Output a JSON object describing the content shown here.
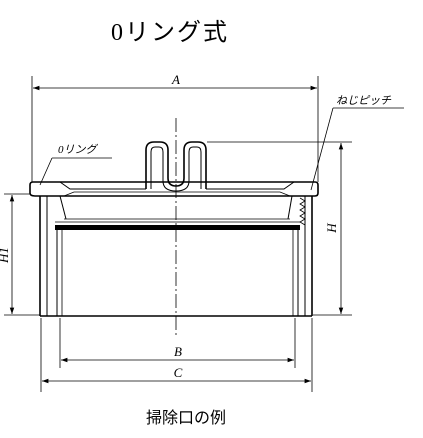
{
  "title": "0リング式",
  "callouts": {
    "o_ring": "0リング",
    "thread_pitch": "ねじピッチ"
  },
  "dimensions": {
    "a": "A",
    "b": "B",
    "c": "C",
    "h": "H",
    "h1": "H1"
  },
  "caption": "掃除口の例",
  "colors": {
    "line": "#000000",
    "background": "#ffffff"
  }
}
